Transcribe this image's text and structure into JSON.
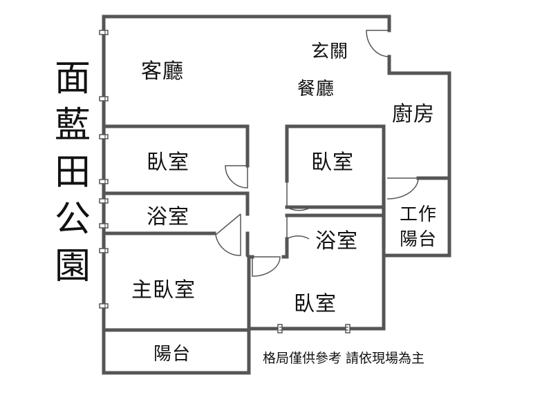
{
  "side_title": [
    "面",
    "藍",
    "田",
    "公",
    "園"
  ],
  "rooms": {
    "living_room": "客廳",
    "entrance": "玄關",
    "dining_room": "餐廳",
    "kitchen": "廚房",
    "bedroom_left": "臥室",
    "bathroom_left": "浴室",
    "master_bedroom": "主臥室",
    "bedroom_center": "臥室",
    "bathroom_center": "浴室",
    "service_balcony": [
      "工作",
      "陽台"
    ],
    "bedroom_bottom": "臥室",
    "balcony": "陽台"
  },
  "note": "格局僅供參考 請依現場為主",
  "colors": {
    "wall": "#555555",
    "text": "#111111"
  }
}
